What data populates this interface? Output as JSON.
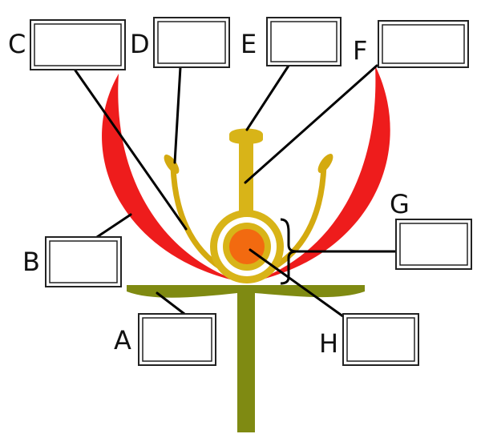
{
  "labels": {
    "a": "A",
    "b": "B",
    "c": "C",
    "d": "D",
    "e": "E",
    "f": "F",
    "g": "G",
    "h": "H"
  },
  "colors": {
    "petal": "#ee1c1c",
    "stamen": "#d4aa10",
    "pistil": "#d8b418",
    "ovary_ring": "#d8b418",
    "ovule": "#f26a10",
    "stem": "#7f8a12",
    "receptacle": "#7f8a12",
    "background": "#ffffff"
  }
}
